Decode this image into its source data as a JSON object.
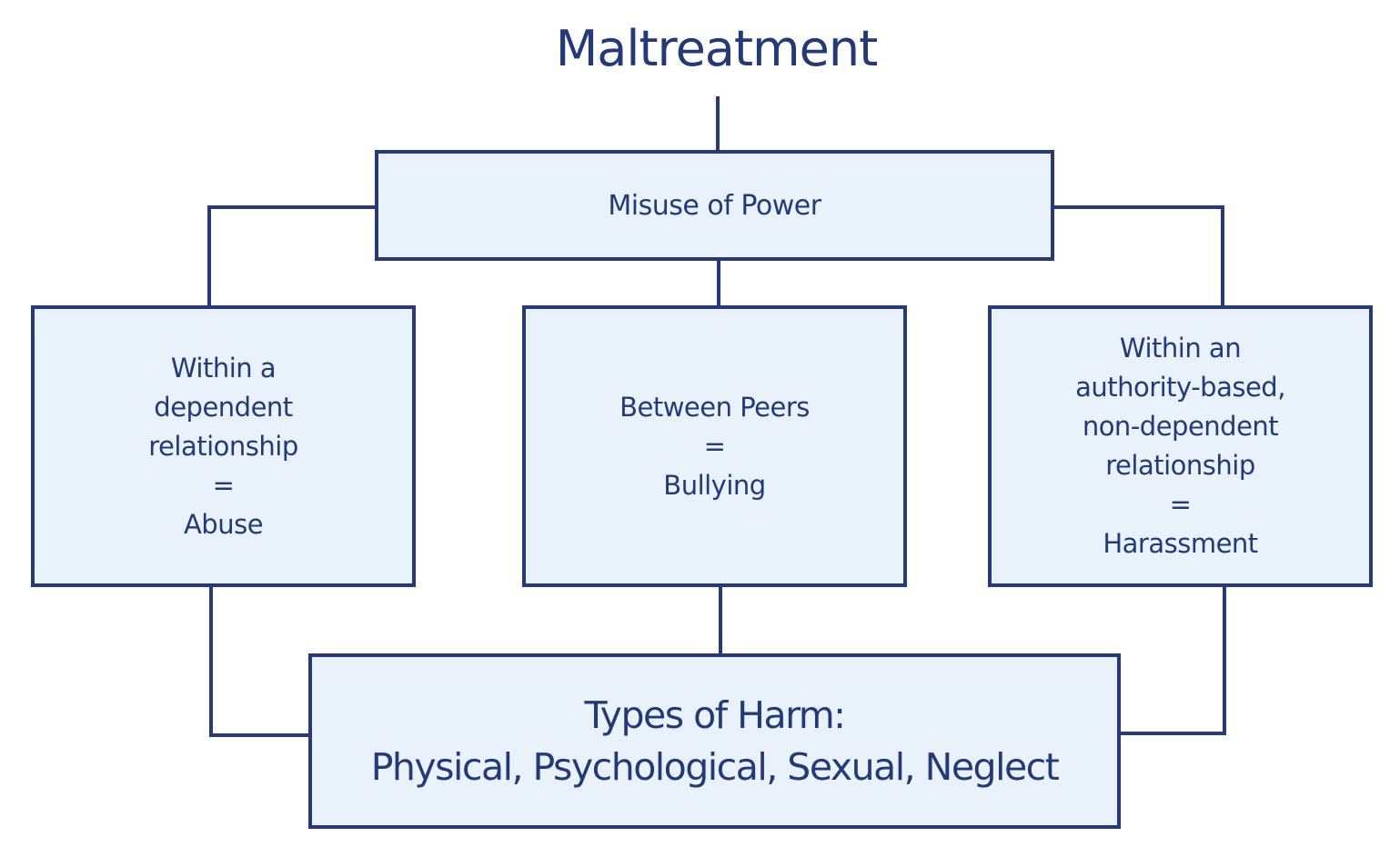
{
  "diagram": {
    "title": "Maltreatment",
    "colors": {
      "stroke": "#27397a",
      "box_fill": "#e9f2fa",
      "text": "#233a7a"
    },
    "root": {
      "label": "Misuse of Power"
    },
    "categories": [
      {
        "lines": [
          "Within a",
          "dependent",
          "relationship",
          "=",
          "Abuse"
        ]
      },
      {
        "lines": [
          "Between Peers",
          "=",
          "Bullying"
        ]
      },
      {
        "lines": [
          "Within an",
          "authority-based,",
          "non-dependent",
          "relationship",
          "=",
          "Harassment"
        ]
      }
    ],
    "outcome": {
      "lines": [
        "Types of Harm:",
        "Physical, Psychological, Sexual, Neglect"
      ]
    }
  }
}
